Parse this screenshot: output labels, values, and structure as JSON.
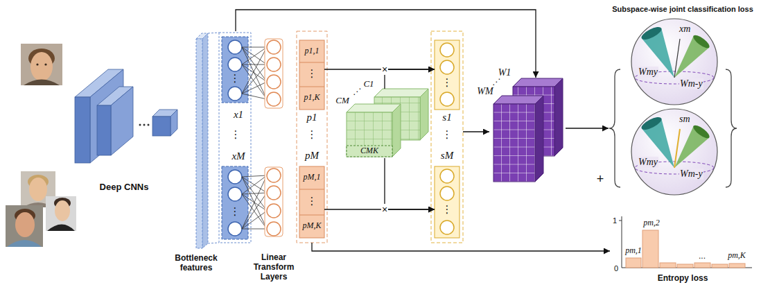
{
  "diagram": {
    "nodes": [
      {
        "text": [
          "Deep CNNs"
        ]
      },
      {
        "text": [
          "⋮",
          "Bottleneck features"
        ]
      },
      {
        "text": [
          "⋮",
          "x1"
        ],
        "in": 1
      },
      {
        "text": [
          "xM",
          "⋮"
        ],
        "in": 1
      },
      {
        "text": [
          "p1",
          "⋮",
          "pM"
        ]
      },
      {
        "text": [
          "p1,1",
          "⋮",
          "p1,K"
        ],
        "in": 4
      },
      {
        "text": [
          "pM,1",
          "⋮",
          "pM,K"
        ],
        "in": 4
      },
      {
        "text": [
          "C1",
          "⋰",
          "CM",
          "CMK"
        ]
      },
      {
        "text": [
          "s1",
          "⋮",
          "sM"
        ]
      },
      {
        "text": [
          "⋮"
        ],
        "in": 8
      },
      {
        "text": [
          "⋮"
        ],
        "in": 8
      },
      {
        "text": [
          "W1",
          "⋰",
          "WM"
        ]
      },
      {
        "text": [
          "Subspace-wise joint classification loss"
        ]
      },
      {
        "text": [
          "xm",
          "Wmy",
          "Wm-y"
        ],
        "in": 12
      },
      {
        "text": [
          "sm",
          "Wmy",
          "Wm-y"
        ],
        "in": 12
      },
      {
        "text": [
          "1",
          "pm,2",
          "pm,1",
          "...",
          "pm,K",
          "0",
          "Entropy loss"
        ]
      }
    ],
    "edges": [
      {
        "from": 1,
        "to": 11,
        "arrow": "to"
      },
      {
        "from": 5,
        "to": 9,
        "arrow": "to",
        "label": "×"
      },
      {
        "from": 7,
        "to": 9,
        "arrow": "to"
      },
      {
        "from": 6,
        "to": 10,
        "arrow": "to",
        "label": "×"
      },
      {
        "from": 7,
        "to": 10,
        "arrow": "to"
      },
      {
        "from": 8,
        "to": 11,
        "arrow": "to"
      },
      {
        "from": 11,
        "to": 12,
        "arrow": "to"
      },
      {
        "from": 4,
        "to": 15,
        "arrow": "to"
      }
    ],
    "labels": [
      "Linear Transform Layers",
      "+"
    ]
  }
}
